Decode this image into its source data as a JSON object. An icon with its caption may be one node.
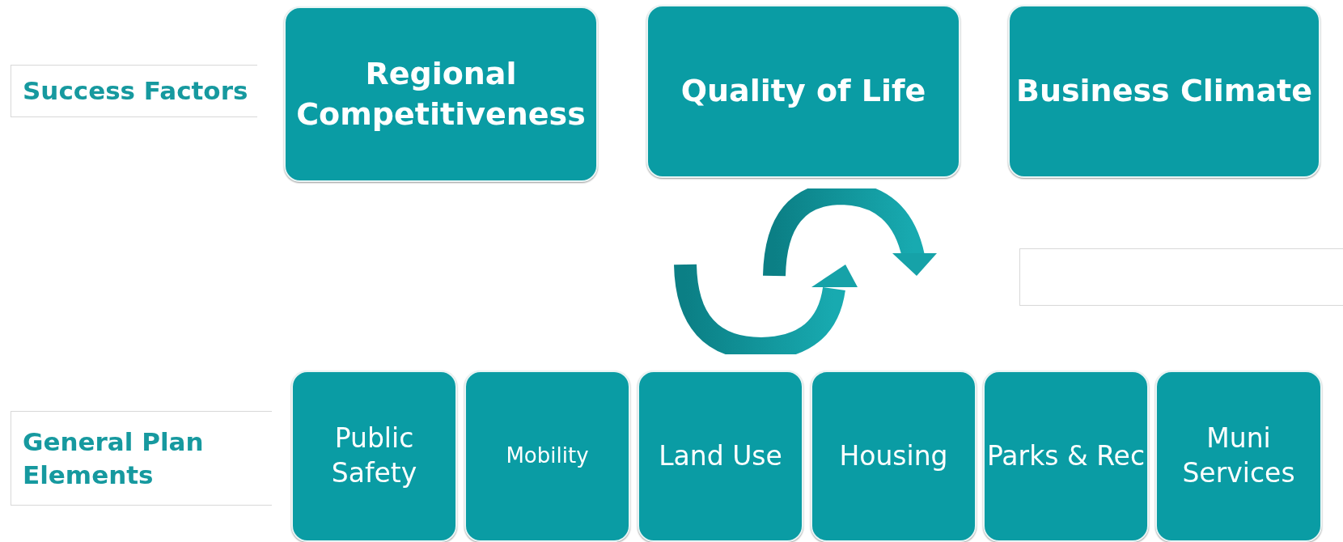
{
  "diagram": {
    "nodes": [
      {
        "text": [
          "Success Factors"
        ]
      },
      {
        "text": [
          "Regional Competitiveness"
        ]
      },
      {
        "text": [
          "Quality of Life"
        ]
      },
      {
        "text": [
          "Business Climate"
        ]
      },
      {
        "text": [],
        "shape": "box"
      },
      {
        "text": [
          "General Plan Elements"
        ]
      },
      {
        "text": [
          "Public Safety"
        ]
      },
      {
        "text": [
          "Mobility"
        ]
      },
      {
        "text": [
          "Land Use"
        ]
      },
      {
        "text": [
          "Housing"
        ]
      },
      {
        "text": [
          "Parks & Rec"
        ]
      },
      {
        "text": [
          "Muni Services"
        ]
      }
    ]
  }
}
